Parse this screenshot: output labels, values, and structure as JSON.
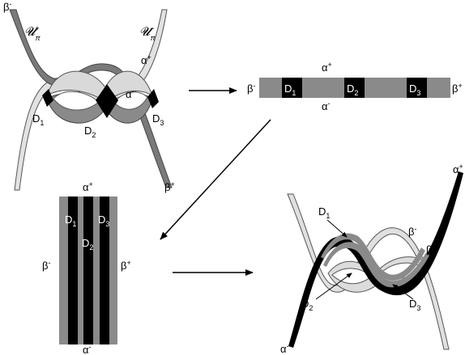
{
  "colors": {
    "light": "#e0e0e0",
    "mid": "#8f8f8f",
    "dark": "#000000",
    "stroke": "#555555"
  },
  "panel1": {
    "u_plus": {
      "base": "𝓤",
      "sub": "π",
      "sup": "+"
    },
    "u_minus": {
      "base": "𝓤",
      "sub": "π",
      "sup": "−"
    },
    "beta_minus": {
      "base": "β",
      "sup": "-"
    },
    "beta_plus": {
      "base": "β",
      "sup": "+"
    },
    "alpha_plus": {
      "base": "α",
      "sup": "+"
    },
    "alpha_minus": {
      "base": "α",
      "sup": "-"
    },
    "d1": {
      "base": "D",
      "sub": "1"
    },
    "d2": {
      "base": "D",
      "sub": "2"
    },
    "d3": {
      "base": "D",
      "sub": "3"
    }
  },
  "panel2": {
    "alpha_plus": {
      "base": "α",
      "sup": "+"
    },
    "alpha_minus": {
      "base": "α",
      "sup": "-"
    },
    "beta_minus": {
      "base": "β",
      "sup": "-"
    },
    "beta_plus": {
      "base": "β",
      "sup": "+"
    },
    "d1": {
      "base": "D",
      "sub": "1"
    },
    "d2": {
      "base": "D",
      "sub": "2"
    },
    "d3": {
      "base": "D",
      "sub": "3"
    }
  },
  "panel3": {
    "alpha_plus": {
      "base": "α",
      "sup": "+"
    },
    "alpha_minus": {
      "base": "α",
      "sup": "-"
    },
    "beta_minus": {
      "base": "β",
      "sup": "-"
    },
    "beta_plus": {
      "base": "β",
      "sup": "+"
    },
    "d1": {
      "base": "D",
      "sub": "1"
    },
    "d2": {
      "base": "D",
      "sub": "2"
    },
    "d3": {
      "base": "D",
      "sub": "3"
    }
  },
  "panel4": {
    "alpha_plus": {
      "base": "α",
      "sup": "+"
    },
    "alpha_minus": {
      "base": "α",
      "sup": "-"
    },
    "beta_minus": {
      "base": "β",
      "sup": "-"
    },
    "beta_plus": {
      "base": "β",
      "sup": "+"
    },
    "d1": {
      "base": "D",
      "sub": "1"
    },
    "d2": {
      "base": "D",
      "sub": "2"
    },
    "d3": {
      "base": "D",
      "sub": "3"
    }
  }
}
